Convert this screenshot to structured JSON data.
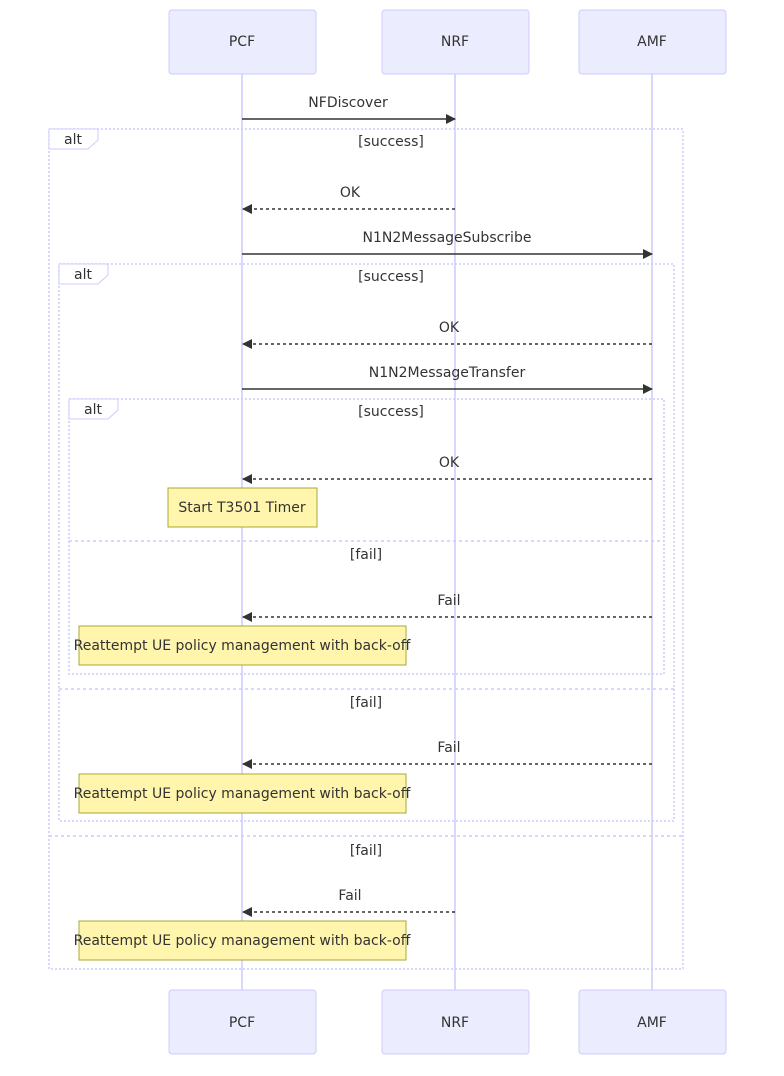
{
  "participants": [
    {
      "id": "pcf",
      "label": "PCF"
    },
    {
      "id": "nrf",
      "label": "NRF"
    },
    {
      "id": "amf",
      "label": "AMF"
    }
  ],
  "messages": [
    {
      "id": "m1",
      "label": "NFDiscover",
      "from": "pcf",
      "to": "nrf",
      "style": "solid"
    },
    {
      "id": "m2",
      "label": "OK",
      "from": "nrf",
      "to": "pcf",
      "style": "dashed"
    },
    {
      "id": "m3",
      "label": "N1N2MessageSubscribe",
      "from": "pcf",
      "to": "amf",
      "style": "solid"
    },
    {
      "id": "m4",
      "label": "OK",
      "from": "amf",
      "to": "pcf",
      "style": "dashed"
    },
    {
      "id": "m5",
      "label": "N1N2MessageTransfer",
      "from": "pcf",
      "to": "amf",
      "style": "solid"
    },
    {
      "id": "m6",
      "label": "OK",
      "from": "amf",
      "to": "pcf",
      "style": "dashed"
    },
    {
      "id": "m7",
      "label": "Fail",
      "from": "amf",
      "to": "pcf",
      "style": "dashed"
    },
    {
      "id": "m8",
      "label": "Fail",
      "from": "amf",
      "to": "pcf",
      "style": "dashed"
    },
    {
      "id": "m9",
      "label": "Fail",
      "from": "nrf",
      "to": "pcf",
      "style": "dashed"
    }
  ],
  "frames": [
    {
      "id": "f1",
      "keyword": "alt",
      "conditions": [
        "[success]",
        "[fail]"
      ]
    },
    {
      "id": "f2",
      "keyword": "alt",
      "conditions": [
        "[success]",
        "[fail]"
      ]
    },
    {
      "id": "f3",
      "keyword": "alt",
      "conditions": [
        "[success]",
        "[fail]"
      ]
    }
  ],
  "notes": [
    {
      "id": "n1",
      "text": "Start T3501 Timer",
      "over": "pcf"
    },
    {
      "id": "n2",
      "text": "Reattempt UE policy management with back-off",
      "over": "pcf"
    },
    {
      "id": "n3",
      "text": "Reattempt UE policy management with back-off",
      "over": "pcf"
    },
    {
      "id": "n4",
      "text": "Reattempt UE policy management with back-off",
      "over": "pcf"
    }
  ]
}
